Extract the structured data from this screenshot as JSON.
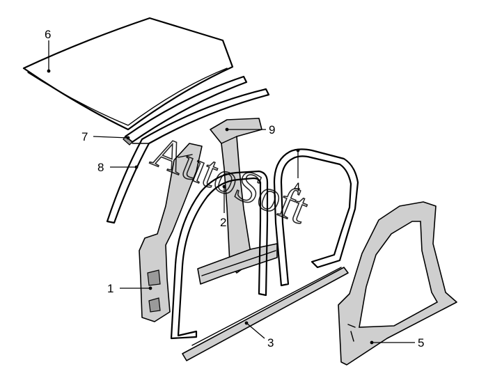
{
  "watermark": "AutoSoft",
  "callouts": [
    {
      "id": "roof-panel",
      "number": "6"
    },
    {
      "id": "roof-rail-inner",
      "number": "7"
    },
    {
      "id": "windshield-pillar-trim",
      "number": "8"
    },
    {
      "id": "center-pillar-reinforcement",
      "number": "9"
    },
    {
      "id": "rear-door-seal",
      "number": "4"
    },
    {
      "id": "front-door-seal",
      "number": "2"
    },
    {
      "id": "front-pillar-lower",
      "number": "1"
    },
    {
      "id": "sill-panel",
      "number": "3"
    },
    {
      "id": "body-side-outer-panel",
      "number": "5"
    }
  ]
}
